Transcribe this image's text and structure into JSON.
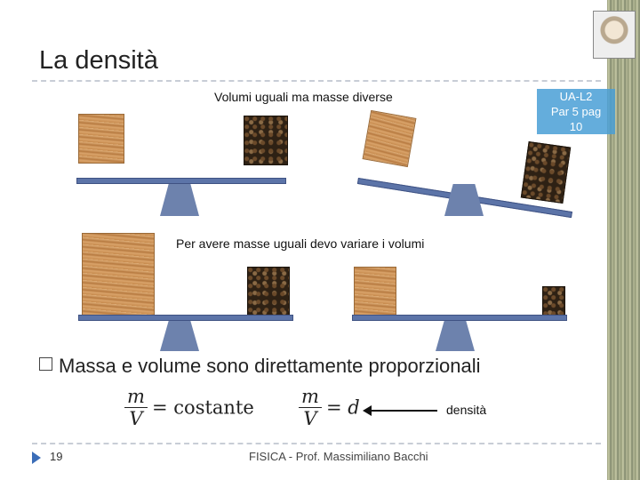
{
  "slide": {
    "title": "La densità",
    "caption_top": "Volumi uguali ma masse diverse",
    "ref_line1": "UA-L2",
    "ref_line2": "Par 5 pag",
    "ref_line3": "10",
    "caption_mid": "Per avere masse uguali devo variare i volumi",
    "bullet": "Massa e volume sono direttamente proporzionali",
    "formula1_num": "m",
    "formula1_den": "V",
    "formula1_rhs": "= costante",
    "formula2_num": "m",
    "formula2_den": "V",
    "formula2_rhs": "= d",
    "density_label": "densità",
    "page_number": "19",
    "footer": "FISICA - Prof. Massimiliano Bacchi"
  },
  "colors": {
    "beam": "#5c74a8",
    "ref_box": "#4a9fd6",
    "arrow": "#111111"
  },
  "icons": [
    "portrait-icon",
    "page-marker-icon",
    "bullet-box-icon"
  ]
}
